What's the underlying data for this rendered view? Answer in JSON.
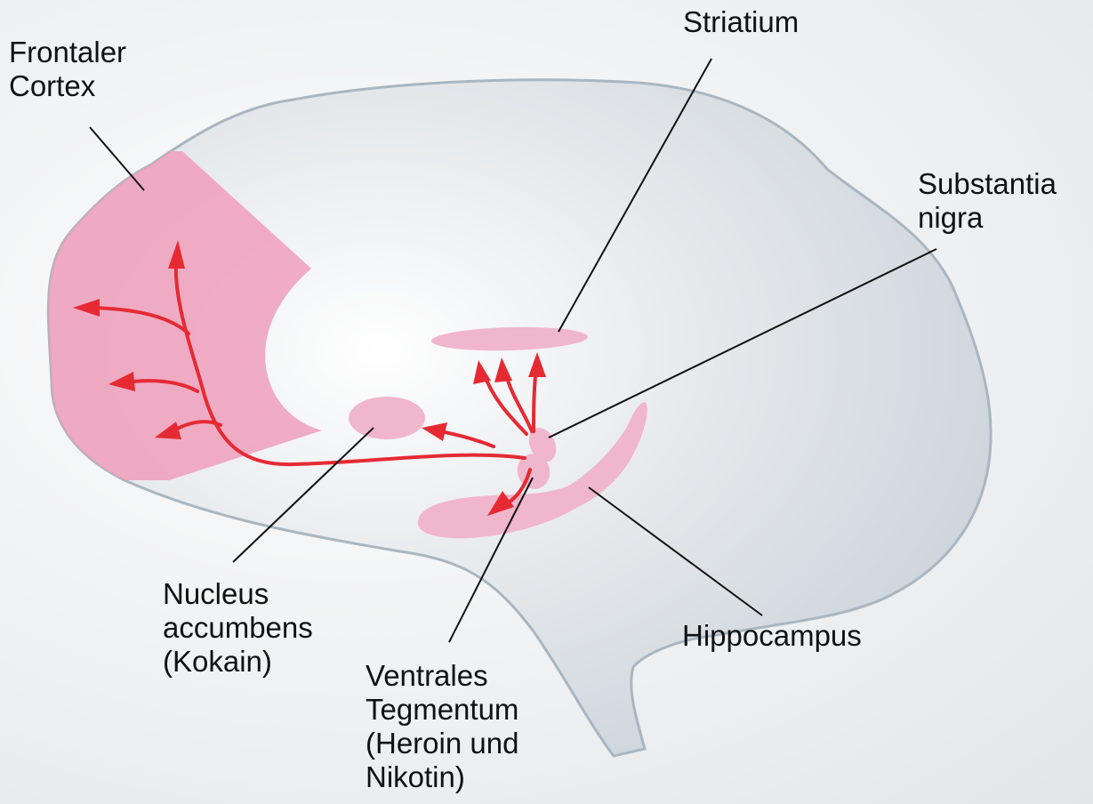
{
  "labels": {
    "frontal_cortex": [
      "Frontaler",
      "Cortex"
    ],
    "striatum": [
      "Striatium"
    ],
    "substantia_nigra": [
      "Substantia",
      "nigra"
    ],
    "nucleus_accumbens": [
      "Nucleus",
      "accumbens",
      "(Kokain)"
    ],
    "ventral_tegmentum": [
      "Ventrales",
      "Tegmentum",
      "(Heroin und",
      "Nikotin)"
    ],
    "hippocampus": [
      "Hippocampus"
    ]
  },
  "colors": {
    "brain_fill": "#d6dade",
    "brain_outline": "#a9b6c0",
    "region_fill": "#f0b6cb",
    "frontal_fill": "#ee9fbb",
    "pathway": "#e52a33",
    "leader_line": "#111111"
  }
}
